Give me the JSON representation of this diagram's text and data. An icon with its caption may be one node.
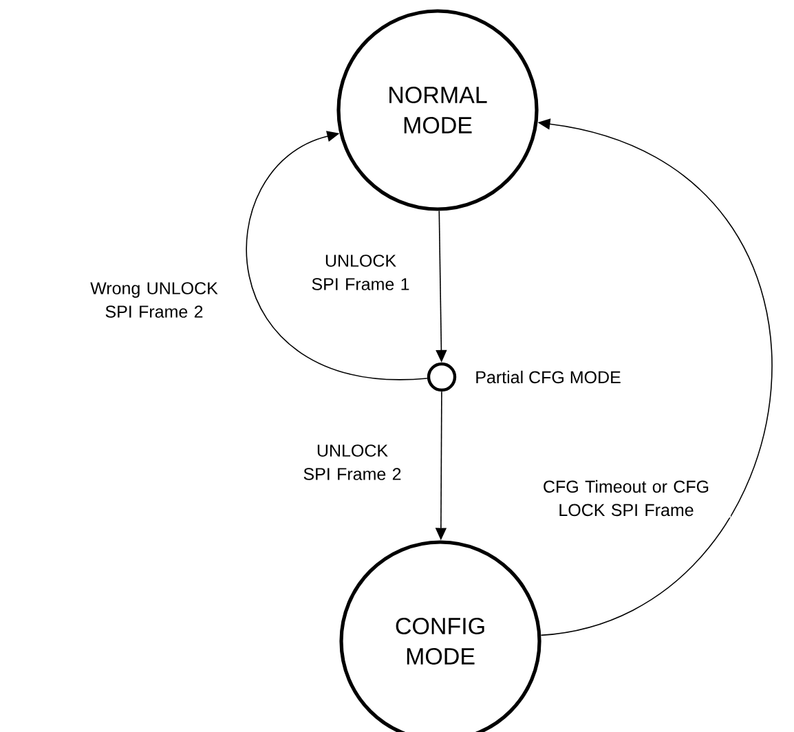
{
  "diagram": {
    "nodes": [
      {
        "text": [
          "NORMAL MODE"
        ]
      },
      {
        "text": [],
        "shape": "circle",
        "beside": [
          "Partial CFG MODE"
        ]
      },
      {
        "text": [
          "CONFIG MODE"
        ]
      }
    ],
    "edges": [
      {
        "from": 0,
        "to": 1,
        "arrow": "to",
        "label": "UNLOCK SPI Frame 1"
      },
      {
        "from": 1,
        "to": 0,
        "arrow": "to",
        "label": "Wrong UNLOCK SPI Frame 2"
      },
      {
        "from": 1,
        "to": 2,
        "arrow": "to",
        "label": "UNLOCK SPI Frame 2"
      },
      {
        "from": 2,
        "to": 0,
        "arrow": "to",
        "label": "CFG Timeout or CFG LOCK SPI Frame"
      }
    ]
  }
}
